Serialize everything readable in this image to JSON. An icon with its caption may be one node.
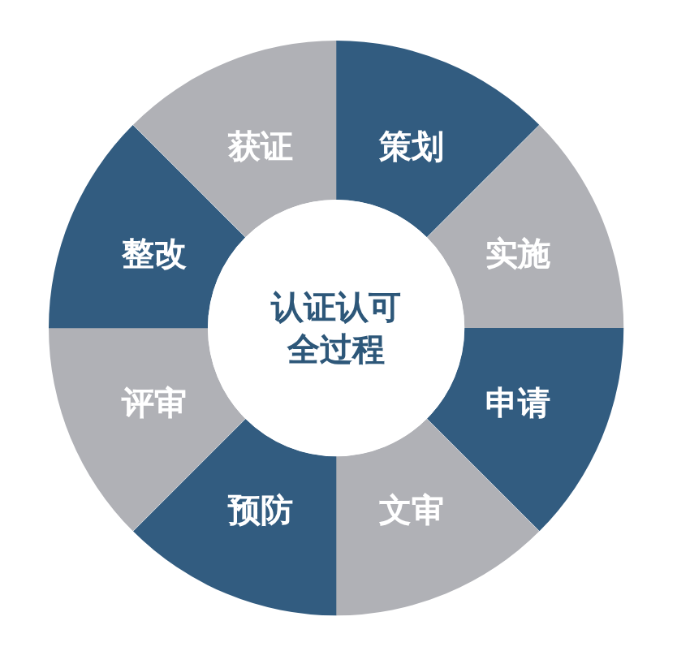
{
  "diagram": {
    "nodes": [
      {
        "text": [
          "认证认可全过程"
        ]
      },
      {
        "text": [
          "策划"
        ]
      },
      {
        "text": [
          "实施"
        ]
      },
      {
        "text": [
          "申请"
        ]
      },
      {
        "text": [
          "文审"
        ]
      },
      {
        "text": [
          "预防"
        ]
      },
      {
        "text": [
          "评审"
        ]
      },
      {
        "text": [
          "整改"
        ]
      },
      {
        "text": [
          "获证"
        ]
      }
    ]
  }
}
